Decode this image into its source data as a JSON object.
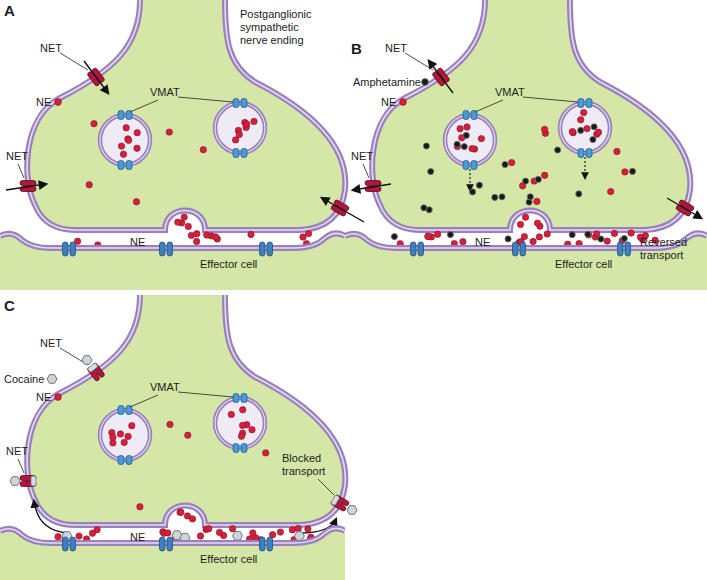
{
  "diagram": {
    "nodes": [
      {
        "text": [
          "Effector cell"
        ]
      },
      {
        "text": [
          "Effector cell"
        ]
      },
      {
        "text": [
          "Effector cell"
        ]
      }
    ],
    "labels": [
      "A",
      "Postganglionic sympathetic nerve ending",
      "NET",
      "NE",
      "VMAT",
      "NET",
      "NE",
      "B",
      "NET",
      "Amphetamine",
      "NE",
      "VMAT",
      "NET",
      "Reversed transport",
      "NE",
      "C",
      "NET",
      "Cocaine",
      "NE",
      "VMAT",
      "NET",
      "Blocked transport",
      "NE"
    ]
  }
}
